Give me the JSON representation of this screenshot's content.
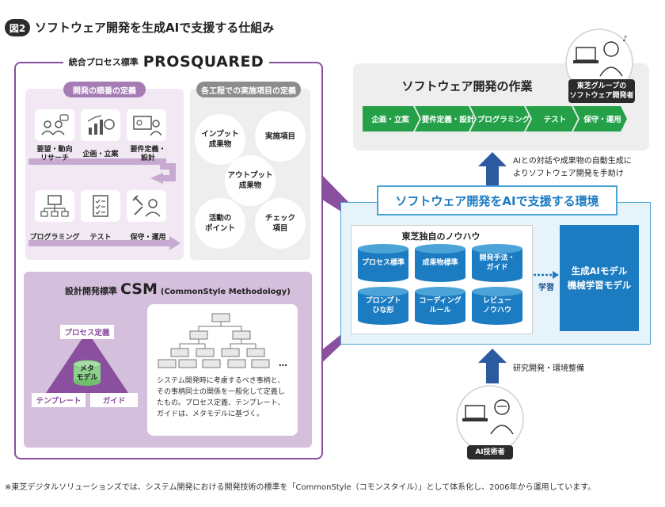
{
  "figure": {
    "badge": "図2",
    "title": "ソフトウェア開発を生成AIで支援する仕組み"
  },
  "prosquared": {
    "label_small": "統合プロセス標準",
    "label_big": "PROSQUARED",
    "dev_order_title": "開発の順番の定義",
    "steps": [
      {
        "icon": "requirements-research-icon",
        "label": "要望・動向\nリサーチ"
      },
      {
        "icon": "planning-icon",
        "label": "企画・立案"
      },
      {
        "icon": "requirements-design-icon",
        "label": "要件定義・\n設計"
      },
      {
        "icon": "programming-icon",
        "label": "プログラミング"
      },
      {
        "icon": "test-checklist-icon",
        "label": "テスト"
      },
      {
        "icon": "maintenance-icon",
        "label": "保守・運用"
      }
    ],
    "items_title": "各工程での実施項目の定義",
    "items": [
      {
        "label": "インプット\n成果物"
      },
      {
        "label": "実施項目"
      },
      {
        "label": "アウトプット\n成果物"
      },
      {
        "label": "活動の\nポイント"
      },
      {
        "label": "チェック\n項目"
      }
    ]
  },
  "csm": {
    "label_small": "設計開発標準",
    "label_big": "CSM",
    "label_sub": "(CommonStyle Methodology)",
    "triangle_top": "プロセス定義",
    "triangle_center": "メタ\nモデル",
    "triangle_left": "テンプレート",
    "triangle_right": "ガイド",
    "description": "システム開発時に考慮するべき事柄と、その事柄同士の関係を一般化して定義したもの。プロセス定義、テンプレート、ガイドは、メタモデルに基づく。",
    "ellipsis": "…"
  },
  "work": {
    "title": "ソフトウェア開発の作業",
    "phases": [
      "企画・立案",
      "要件定義・設計",
      "プログラミング",
      "テスト",
      "保守・運用"
    ],
    "developer_tag": "東芝グループの\nソフトウェア開発者"
  },
  "support_text": "AIとの対話や成果物の自動生成に\nよりソフトウェア開発を手助け",
  "ai_env": {
    "title": "ソフトウェア開発をAIで支援する環境",
    "knowhow_title": "東芝独自のノウハウ",
    "databases": [
      "プロセス標準",
      "成果物標準",
      "開発手法・\nガイド",
      "プロンプト\nひな形",
      "コーディング\nルール",
      "レビュー\nノウハウ"
    ],
    "learning_label": "学習",
    "model_lines": [
      "生成AIモデル",
      "機械学習モデル"
    ]
  },
  "research_text": "研究開発・環境整備",
  "ai_engineer_tag": "AI技術者",
  "footnote": "※東芝デジタルソリューションズでは、システム開発における開発技術の標準を「CommonStyle（コモンスタイル）」として体系化し、2006年から運用しています。",
  "colors": {
    "purple_border": "#8a4f9e",
    "purple_light": "#f1e8f3",
    "purple_mid": "#d4c0dc",
    "green_phase": "#24a148",
    "blue_accent": "#1c7cc2",
    "blue_light": "#e6f3fb",
    "arrow_navy": "#2c5aa0"
  }
}
